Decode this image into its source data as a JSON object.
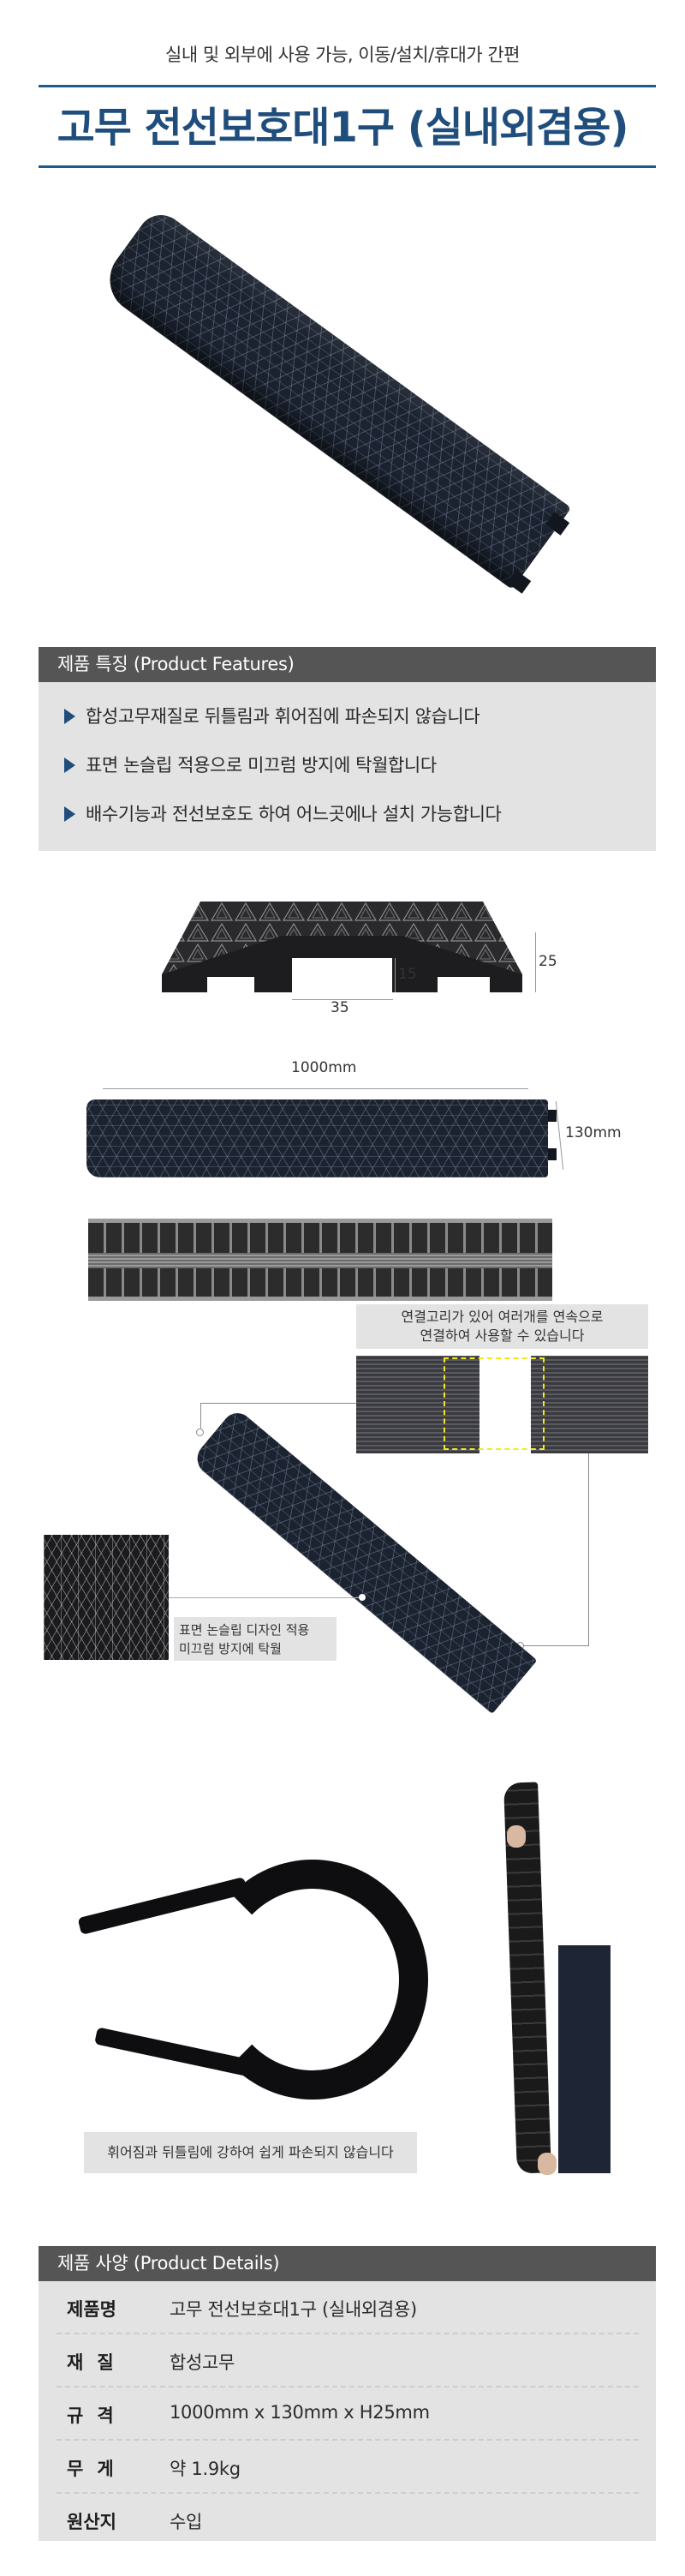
{
  "header": {
    "subtitle": "실내 및 외부에 사용 가능, 이동/설치/휴대가 간편",
    "title": "고무 전선보호대1구 (실내외겸용)"
  },
  "colors": {
    "accent": "#1f4d7c",
    "rule": "#1e5a8a",
    "panel_header": "#555555",
    "panel_body": "#e3e3e3",
    "connector_highlight": "#f3ea1a"
  },
  "features": {
    "heading": "제품 특징 (Product Features)",
    "bullet_icon": "triangle-right-icon",
    "items": [
      "합성고무재질로 뒤틀림과 휘어짐에 파손되지 않습니다",
      "표면 논슬립 적용으로 미끄럼 방지에 탁월합니다",
      "배수기능과 전선보호도 하여 어느곳에나 설치 가능합니다"
    ]
  },
  "dimensions": {
    "channel_width": "35",
    "channel_height": "15",
    "total_height": "25",
    "length": "1000mm",
    "width": "130mm"
  },
  "connection": {
    "caption_line1": "연결고리가 있어 여러개를 연속으로",
    "caption_line2": "연결하여 사용할 수 있습니다"
  },
  "surface": {
    "caption_line1": "표면 논슬립 디자인 적용",
    "caption_line2": "미끄럼 방지에 탁월"
  },
  "flexibility": {
    "caption": "휘어짐과 뒤틀림에 강하여 쉽게 파손되지 않습니다"
  },
  "details": {
    "heading": "제품 사양 (Product Details)",
    "rows": [
      {
        "key": "제품명",
        "value": "고무 전선보호대1구 (실내외겸용)"
      },
      {
        "key": "재질",
        "value": "합성고무"
      },
      {
        "key": "규격",
        "value": "1000mm x 130mm x H25mm"
      },
      {
        "key": "무게",
        "value": "약 1.9kg"
      },
      {
        "key": "원산지",
        "value": "수입"
      }
    ]
  }
}
